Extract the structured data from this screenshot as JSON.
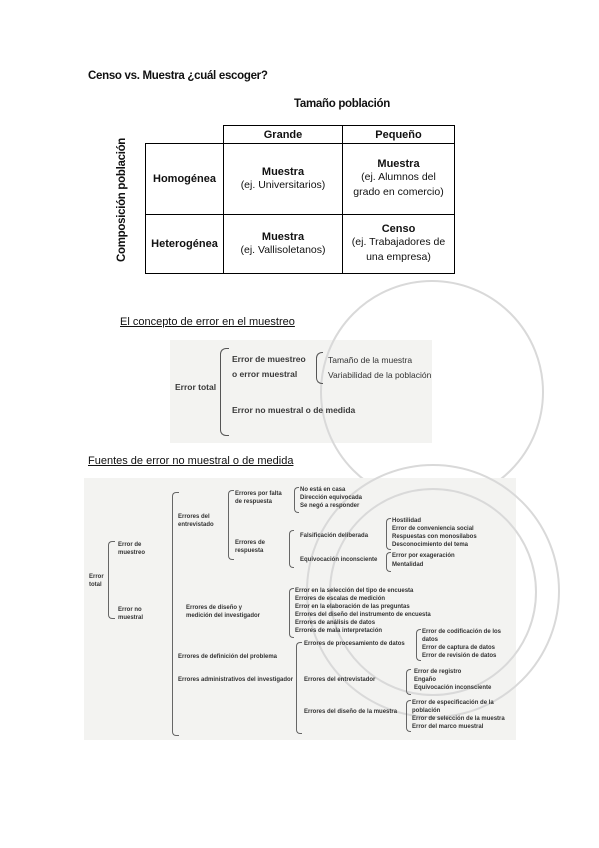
{
  "heading": "Censo vs. Muestra ¿cuál escoger?",
  "matrix": {
    "col_title": "Tamaño población",
    "row_title": "Composición población",
    "col_headers": [
      "Grande",
      "Pequeño"
    ],
    "rows": [
      {
        "label": "Homogénea",
        "cells": [
          {
            "title": "Muestra",
            "lines": [
              "(ej. Universitarios)"
            ]
          },
          {
            "title": "Muestra",
            "lines": [
              "(ej. Alumnos del",
              "grado en comercio)"
            ]
          }
        ]
      },
      {
        "label": "Heterogénea",
        "cells": [
          {
            "title": "Muestra",
            "lines": [
              "(ej. Vallisoletanos)"
            ]
          },
          {
            "title": "Censo",
            "lines": [
              "(ej. Trabajadores de",
              "una empresa)"
            ]
          }
        ]
      }
    ]
  },
  "section1": {
    "title": "El concepto de error en el muestreo",
    "error_total": "Error total",
    "error_muestreo": [
      "Error de muestreo",
      "o error muestral"
    ],
    "factors": [
      "Tamaño de la muestra",
      "Variabilidad de la población"
    ],
    "no_muestral": "Error no muestral o de medida"
  },
  "section2": {
    "title": "Fuentes de error no muestral o de medida",
    "root": [
      "Error",
      "total"
    ],
    "error_muestreo": [
      "Error de",
      "muestreo"
    ],
    "error_no_muestral": [
      "Error no",
      "muestral"
    ],
    "entrevistado": [
      "Errores del",
      "entrevistado"
    ],
    "falta_respuesta": [
      "Errores por falta",
      "de respuesta"
    ],
    "falta_items": [
      "No está en casa",
      "Dirección equivocada",
      "Se negó a responder"
    ],
    "de_respuesta": [
      "Errores de",
      "respuesta"
    ],
    "falsificacion": "Falsificación deliberada",
    "falsificacion_items": [
      "Hostilidad",
      "Error de conveniencia social",
      "Respuestas con monosílabos",
      "Desconocimiento del tema"
    ],
    "equivocacion": "Equivocación inconsciente",
    "equivocacion_items": [
      "Error por exageración",
      "Mentalidad"
    ],
    "diseno": [
      "Errores de diseño y",
      "medición del investigador"
    ],
    "diseno_items": [
      "Error en la selección del tipo de encuesta",
      "Errores de escalas de medición",
      "Error en la elaboración de las preguntas",
      "Errores del diseño del instrumento de encuesta",
      "Errores de análisis de datos",
      "Errores de mala interpretación"
    ],
    "definicion": "Errores de definición del problema",
    "administrativos": "Errores administrativos del investigador",
    "procesamiento": "Errores de procesamiento de datos",
    "procesamiento_items": [
      "Error de codificación de los",
      "datos",
      "Error de captura de datos",
      "Error de revisión de datos"
    ],
    "del_entrevistador": "Errores del entrevistador",
    "entrevistador_items": [
      "Error de registro",
      "Engaño",
      "Equivocación inconsciente"
    ],
    "diseno_muestra": "Errores del diseño de la muestra",
    "muestra_items": [
      "Error de especificación de la",
      "población",
      "Error de selección de la muestra",
      "Error del marco muestral"
    ]
  }
}
